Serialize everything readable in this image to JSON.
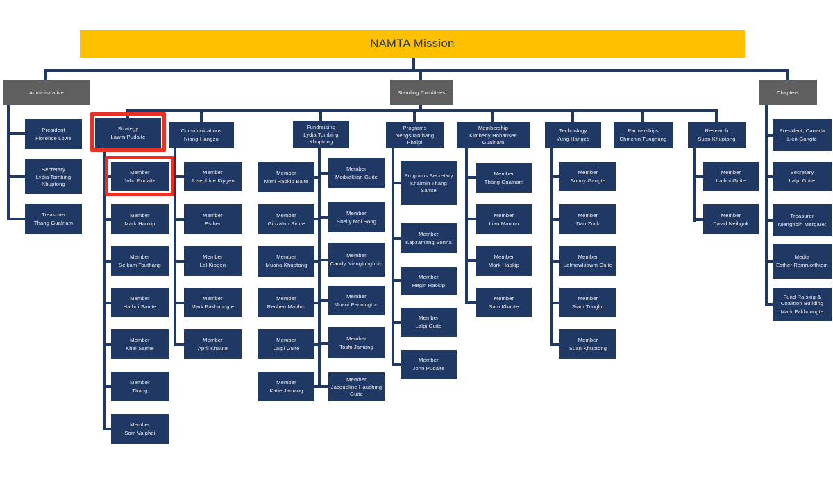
{
  "title": "NAMTA Mission",
  "colors": {
    "gold": "#FFC000",
    "navy": "#1F3864",
    "gray": "#5F5F5F",
    "highlight_red": "#E73127",
    "text_light": "#F2F2F2"
  },
  "top_groups": {
    "administrative": "Administrative",
    "standing_committees": "Standing Comittees",
    "chapters": "Chapters"
  },
  "administrative": {
    "members": [
      {
        "role": "President",
        "name": "Florence Lowe"
      },
      {
        "role": "Secretary",
        "name": "Lydia Tombing Khuptong"
      },
      {
        "role": "Treasurer",
        "name": "Thang Gualnam"
      }
    ]
  },
  "committees": [
    {
      "label": "Strategy",
      "lead": "Lawm Pudaite",
      "highlighted": true,
      "members": [
        {
          "role": "Member",
          "name": "John Pudaite",
          "highlighted": true
        },
        {
          "role": "Member",
          "name": "Mark Haokip"
        },
        {
          "role": "Member",
          "name": "Seikam Touthang"
        },
        {
          "role": "Member",
          "name": "Hatboi Samte"
        },
        {
          "role": "Member",
          "name": "Khai Samte"
        },
        {
          "role": "Member",
          "name": "Thang"
        },
        {
          "role": "Member",
          "name": "Som Vaiphei"
        }
      ]
    },
    {
      "label": "Communications",
      "lead": "Niang Hangzo",
      "members": [
        {
          "role": "Member",
          "name": "Josephine Kipgen"
        },
        {
          "role": "Member",
          "name": "Esther"
        },
        {
          "role": "Member",
          "name": "Lal Kipgen"
        },
        {
          "role": "Member",
          "name": "Mark Pakhuongte"
        },
        {
          "role": "Member",
          "name": "April Khaute"
        }
      ]
    },
    {
      "label": "Fundraising",
      "lead": "Lydia Tombing Khuptong",
      "members_left": [
        {
          "role": "Member",
          "name": "Mimi Haokip Baite"
        },
        {
          "role": "Member",
          "name": "Ginzalun Simte"
        },
        {
          "role": "Member",
          "name": "Muana Khuptong"
        },
        {
          "role": "Member",
          "name": "Reuben Manlun"
        },
        {
          "role": "Member",
          "name": "Lalpi Guite"
        },
        {
          "role": "Member",
          "name": "Katie Jamang"
        }
      ],
      "members_right": [
        {
          "role": "Member",
          "name": "Moibiaklian Guite"
        },
        {
          "role": "Member",
          "name": "Shelly Moi Song"
        },
        {
          "role": "Member",
          "name": "Candy Nianglunghoih"
        },
        {
          "role": "Member",
          "name": "Muani Pennington"
        },
        {
          "role": "Member",
          "name": "Toshi Jamang"
        },
        {
          "role": "Member",
          "name": "Jacqueline Hauching Guite"
        }
      ]
    },
    {
      "label": "Programs",
      "lead": "Nengsuanthang Phaipi",
      "members": [
        {
          "role": "Programs Secretary",
          "name": "Khaimin Thang Samte"
        },
        {
          "role": "Member",
          "name": "Kapzamang Sonna"
        },
        {
          "role": "Member",
          "name": "Hegin Haokip"
        },
        {
          "role": "Member",
          "name": "Lalpi Guite"
        },
        {
          "role": "Member",
          "name": "John Pudaite"
        }
      ]
    },
    {
      "label": "Membership",
      "lead": "Kimberly Hohansee Gualnam",
      "members": [
        {
          "role": "Member",
          "name": "Thang Gualnam"
        },
        {
          "role": "Member",
          "name": "Lian Manlun"
        },
        {
          "role": "Member",
          "name": "Mark Haokip"
        },
        {
          "role": "Member",
          "name": "Sam Khaute"
        }
      ]
    },
    {
      "label": "Technology",
      "lead": "Vung Hangzo",
      "members": [
        {
          "role": "Member",
          "name": "Sonny Gangte"
        },
        {
          "role": "Member",
          "name": "Dan Zuck"
        },
        {
          "role": "Member",
          "name": "Lalmawlsawm Guite"
        },
        {
          "role": "Member",
          "name": "Siam Tunglut"
        },
        {
          "role": "Member",
          "name": "Suan Khuptong"
        }
      ]
    },
    {
      "label": "Partnerships",
      "lead": "Chinchin Tungnung",
      "members": []
    },
    {
      "label": "Research",
      "lead": "Suan Khuptong",
      "members": [
        {
          "role": "Member",
          "name": "Lalboi Guite"
        },
        {
          "role": "Member",
          "name": "David Neihguk"
        }
      ]
    }
  ],
  "chapters": {
    "members": [
      {
        "role": "President, Canada",
        "name": "Lien Gangte"
      },
      {
        "role": "Secretary",
        "name": "Lalpi Guite"
      },
      {
        "role": "Treasurer",
        "name": "Nienghoih Margaret"
      },
      {
        "role": "Media",
        "name": "Esther Remruotthiem"
      },
      {
        "role": "Fund Raising & Coalition Building",
        "name": "Mark Pakhuongte"
      }
    ]
  }
}
